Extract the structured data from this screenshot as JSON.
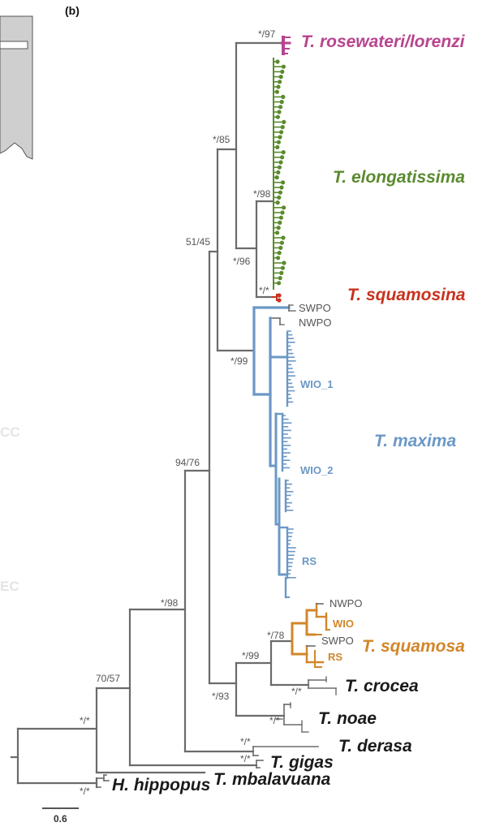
{
  "panel_label": "(b)",
  "colors": {
    "tree": "#6b6b6b",
    "rosewateri": "#b8448f",
    "elongatissima": "#5a8a2e",
    "squamosina": "#c8321e",
    "maxima": "#6b98c6",
    "squamosa": "#d2862a",
    "outgroup_text": "#1a1a1a",
    "map_fill": "#cfcfcf",
    "faded_text": "#e4e4e4"
  },
  "map_fragment_labels": [
    "CC",
    "EC"
  ],
  "support_values": {
    "rosewateri": "*/97",
    "elong_clade": "*/85",
    "elong_inner": "*/98",
    "root_rse": "51/45",
    "elong_squamosina": "*/96",
    "squamosina": "*/*",
    "maxima": "*/99",
    "squam_crocea_noae": "94/76",
    "big_clade": "*/98",
    "squamosa": "*/78",
    "squa_crocea": "*/99",
    "crocea": "*/*",
    "noae_group": "*/93",
    "noae": "*/*",
    "with_gigas": "70/57",
    "derasa": "*/*",
    "gigas": "*/*",
    "root": "*/*",
    "hippopus": "*/*"
  },
  "species_labels": {
    "rosewateri": "T. rosewateri/lorenzi",
    "elongatissima": "T. elongatissima",
    "squamosina": "T. squamosina",
    "maxima": "T. maxima",
    "squamosa": "T. squamosa",
    "crocea": "T. crocea",
    "noae": "T. noae",
    "derasa": "T. derasa",
    "gigas": "T. gigas",
    "mbalavuana": "T. mbalavuana",
    "hippopus": "H. hippopus"
  },
  "region_labels": {
    "maxima_swpo": "SWPO",
    "maxima_nwpo": "NWPO",
    "maxima_wio1": "WIO_1",
    "maxima_wio2": "WIO_2",
    "maxima_rs": "RS",
    "squamosa_nwpo": "NWPO",
    "squamosa_wio": "WIO",
    "squamosa_swpo": "SWPO",
    "squamosa_rs": "RS"
  },
  "scale_bar": {
    "label": "0.6"
  }
}
